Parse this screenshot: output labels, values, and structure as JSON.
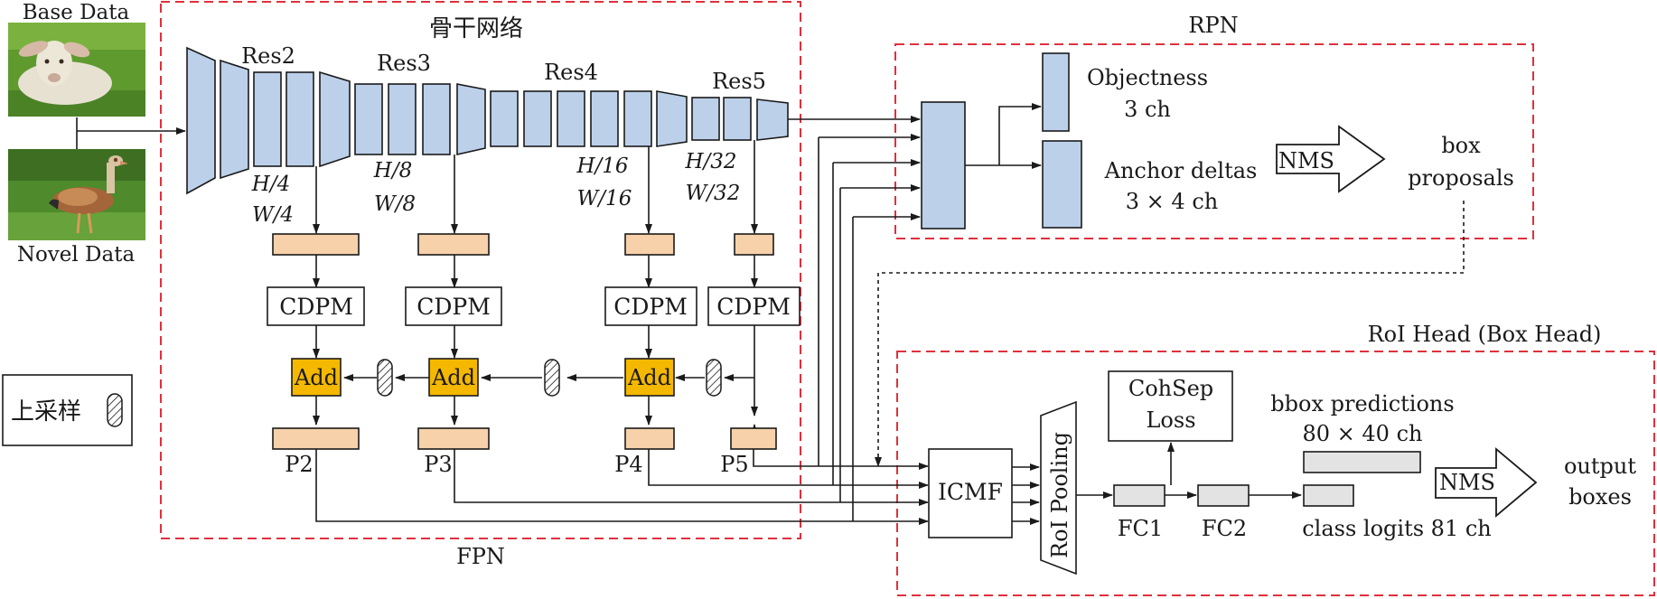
{
  "colors": {
    "backbone_fill": "#bcd0ea",
    "lateral_fill": "#f7d1aa",
    "add_fill": "#f5b800",
    "fc_fill": "#e3e3e3",
    "region_border": "#e0303c",
    "line": "#1a1a1a"
  },
  "inputs": {
    "base_label": "Base Data",
    "novel_label": "Novel Data",
    "base_image": "photo of a lamb lying on grass",
    "novel_image": "photo of an Egyptian goose on grass"
  },
  "legend": {
    "upsample_label": "上采样",
    "upsample_icon": "hatched-capsule-icon"
  },
  "backbone": {
    "title": "骨干网络",
    "stages": [
      {
        "name": "Res2",
        "h": "H/4",
        "w": "W/4"
      },
      {
        "name": "Res3",
        "h": "H/8",
        "w": "W/8"
      },
      {
        "name": "Res4",
        "h": "H/16",
        "w": "W/16"
      },
      {
        "name": "Res5",
        "h": "H/32",
        "w": "W/32"
      }
    ]
  },
  "fpn": {
    "title": "FPN",
    "cdpm_label": "CDPM",
    "add_label": "Add",
    "outputs": [
      "P2",
      "P3",
      "P4",
      "P5"
    ]
  },
  "rpn": {
    "title": "RPN",
    "objectness": "Objectness",
    "objectness_ch": "3 ch",
    "anchor_deltas": "Anchor deltas",
    "anchor_ch": "3 × 4 ch",
    "nms": "NMS",
    "proposals_1": "box",
    "proposals_2": "proposals"
  },
  "roi_head": {
    "title": "RoI Head (Box Head)",
    "icmf": "ICMF",
    "roi_pooling": "RoI Pooling",
    "cohsep_1": "CohSep",
    "cohsep_2": "Loss",
    "fc1": "FC1",
    "fc2": "FC2",
    "bbox_pred": "bbox predictions",
    "bbox_ch": "80 × 40 ch",
    "class_logits": "class logits 81 ch",
    "nms": "NMS",
    "output_1": "output",
    "output_2": "boxes"
  }
}
